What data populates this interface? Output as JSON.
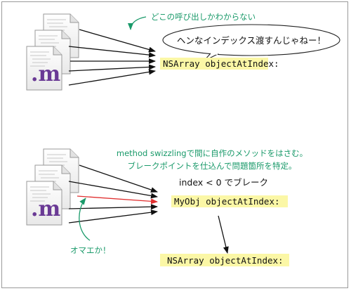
{
  "top": {
    "comment": "どこの呼び出しかわからない",
    "bubble": "ヘンなインデックス渡すんじゃねー！",
    "method": "NSArray objectAtIndex:",
    "file_ext": ".m"
  },
  "bottom": {
    "comment_line1": "method swizzlingで間に自作のメソッドをはさむ。",
    "comment_line2": "ブレークポイントを仕込んで問題箇所を特定。",
    "condition": "index < 0 でブレーク",
    "swizzled_method": "MyObj objectAtIndex:",
    "original_method": "NSArray objectAtIndex:",
    "culprit": "オマエか！",
    "file_ext": ".m"
  },
  "colors": {
    "highlight": "#fbf7a6",
    "note_text": "#1a9a6a",
    "culprit_arrow": "#e03030",
    "file_ext": "#6a3a95"
  }
}
